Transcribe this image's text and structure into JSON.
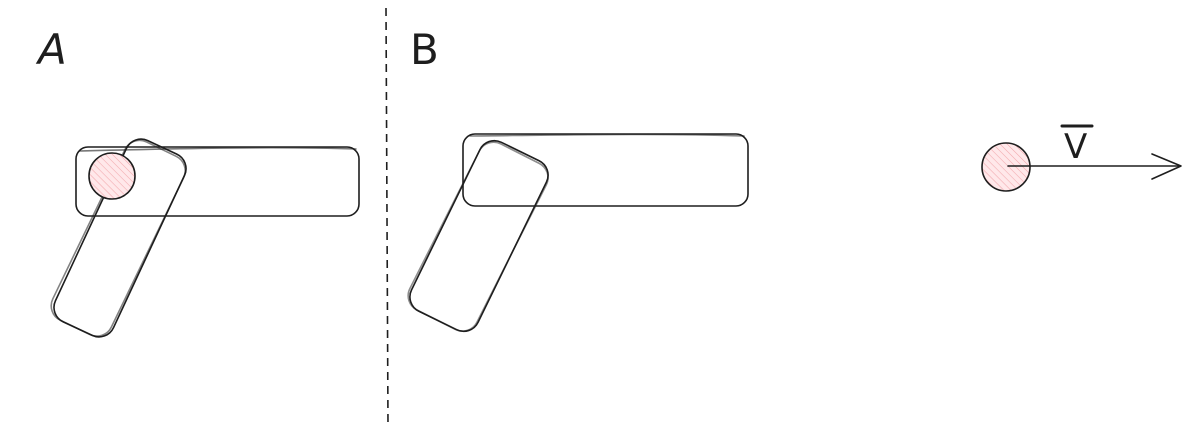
{
  "panels": {
    "left_label": "A",
    "right_label": "B"
  },
  "vector": {
    "label": "V"
  },
  "colors": {
    "ink": "#1e1e1e",
    "joint_fill": "#ffe3e5",
    "joint_hatch": "#f2a8ac"
  }
}
